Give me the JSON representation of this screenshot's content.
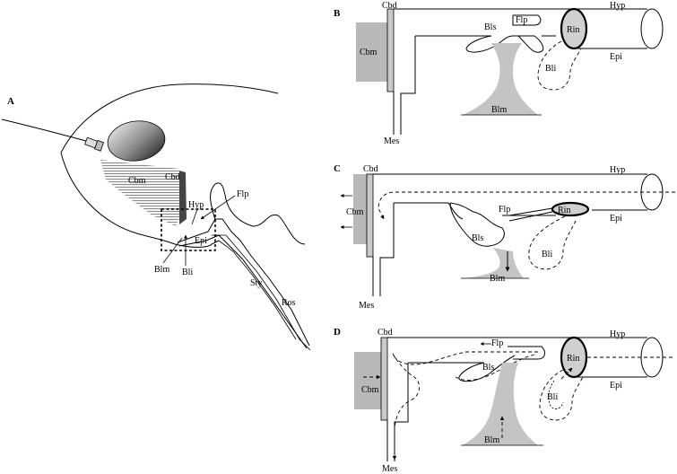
{
  "panels": {
    "a": {
      "panel_label": "A",
      "labels": {
        "cbm": "Cbm",
        "cbd": "Cbd",
        "hyp": "Hyp",
        "flp": "Flp",
        "epi": "Epi",
        "blm": "Blm",
        "bli": "Bli",
        "sty": "Sty",
        "ros": "Ros"
      }
    },
    "b": {
      "panel_label": "B",
      "labels": {
        "cbd": "Cbd",
        "cbm": "Cbm",
        "bls": "Bls",
        "flp": "Flp",
        "rin": "Rin",
        "hyp": "Hyp",
        "epi": "Epi",
        "bli": "Bli",
        "blm": "Blm",
        "mes": "Mes"
      }
    },
    "c": {
      "panel_label": "C",
      "labels": {
        "cbd": "Cbd",
        "cbm": "Cbm",
        "flp": "Flp",
        "rin": "Rin",
        "hyp": "Hyp",
        "epi": "Epi",
        "bls": "Bls",
        "bli": "Bli",
        "blm": "Blm",
        "mes": "Mes"
      }
    },
    "d": {
      "panel_label": "D",
      "labels": {
        "cbd": "Cbd",
        "flp": "Flp",
        "hyp": "Hyp",
        "rin": "Rin",
        "bls": "Bls",
        "cbm": "Cbm",
        "epi": "Epi",
        "bli": "Bli",
        "blm": "Blm",
        "mes": "Mes"
      }
    }
  },
  "colors": {
    "muscle_gray": "#b8b8b8",
    "line": "#000000",
    "background": "#ffffff"
  }
}
